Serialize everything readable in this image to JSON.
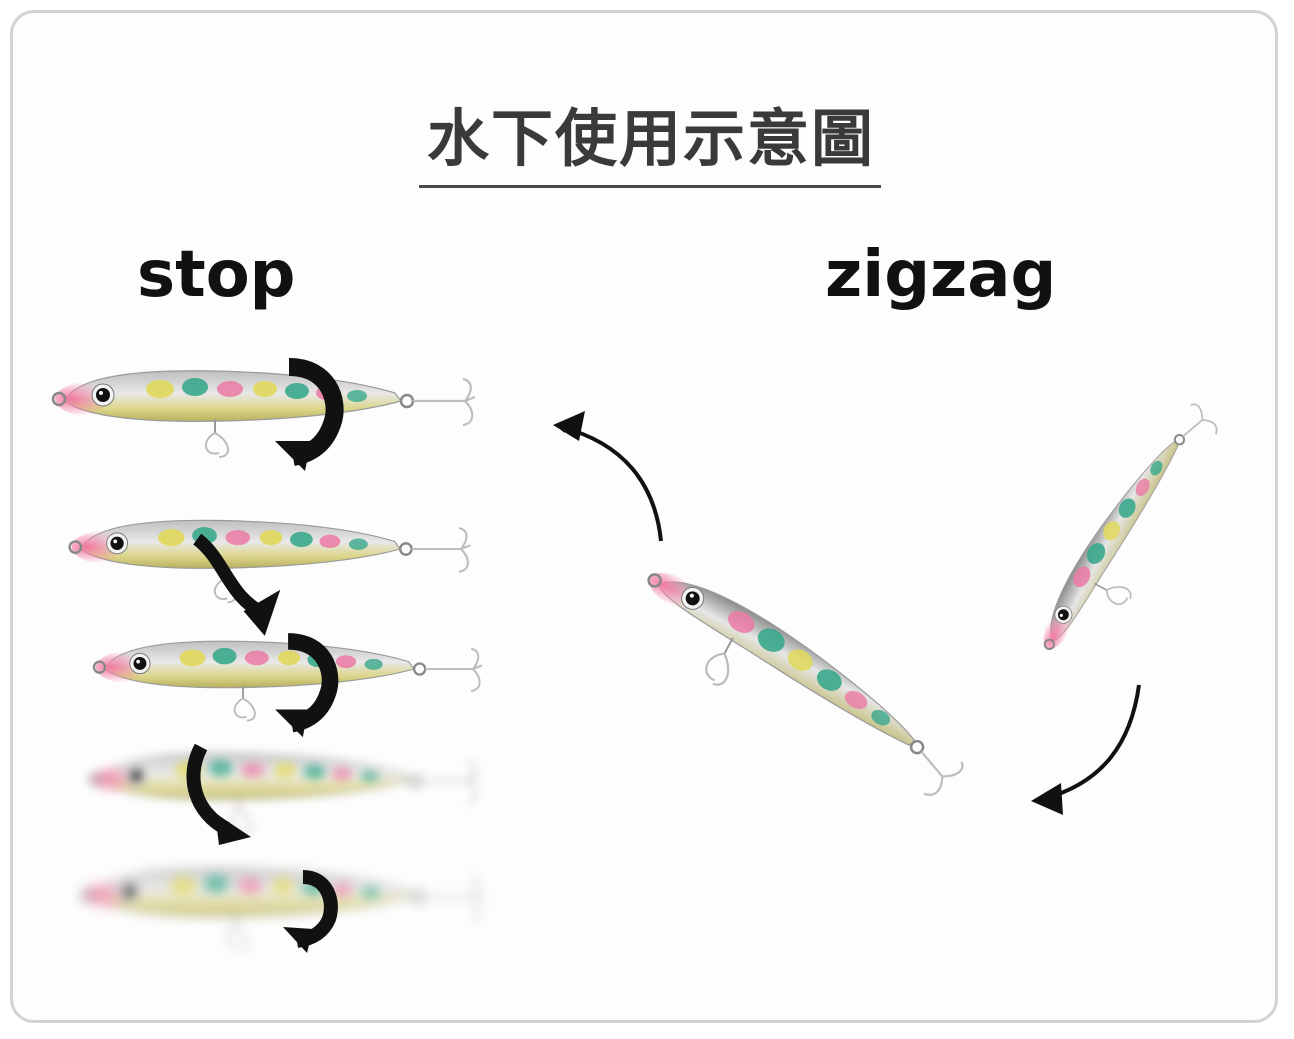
{
  "diagram": {
    "title": "水下使用示意圖",
    "left_label": "stop",
    "right_label": "zigzag"
  },
  "colors": {
    "title": "#3a3a3a",
    "label": "#111111",
    "card_border": "#d3d3d3",
    "arrow": "#111111",
    "lure_pink": "#e8638f",
    "lure_green": "#2e9c86",
    "lure_yellow": "#d9cf5a",
    "lure_silver": "#c9c9c9"
  }
}
